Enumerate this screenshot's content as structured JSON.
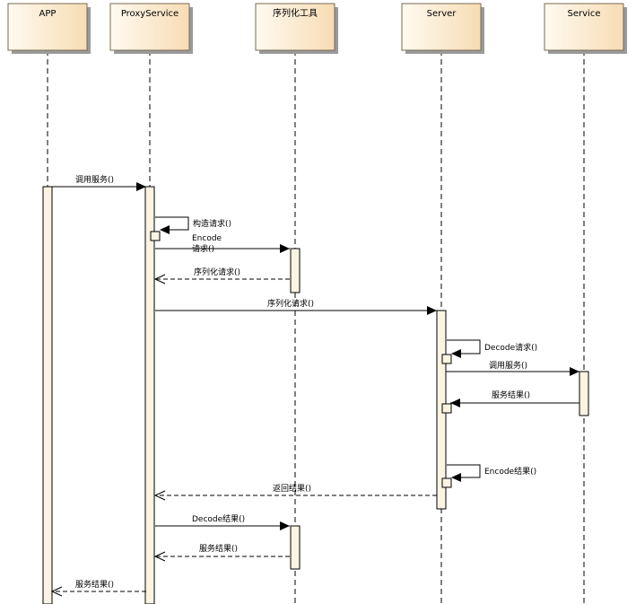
{
  "actors": [
    {
      "id": "app",
      "label": "APP"
    },
    {
      "id": "proxy",
      "label": "ProxyService"
    },
    {
      "id": "serializer",
      "label": "序列化工具"
    },
    {
      "id": "server",
      "label": "Server"
    },
    {
      "id": "service",
      "label": "Service"
    }
  ],
  "messages": [
    {
      "id": "m1",
      "from": "app",
      "to": "proxy",
      "kind": "call",
      "label": "调用服务()"
    },
    {
      "id": "m2",
      "from": "proxy",
      "to": "proxy",
      "kind": "self",
      "label": "构造请求()"
    },
    {
      "id": "m3",
      "from": "proxy",
      "to": "serializer",
      "kind": "call",
      "label_lines": [
        "Encode",
        "请求()"
      ]
    },
    {
      "id": "m4",
      "from": "serializer",
      "to": "proxy",
      "kind": "return",
      "label": "序列化请求()"
    },
    {
      "id": "m5",
      "from": "proxy",
      "to": "server",
      "kind": "call",
      "label": "序列化请求()"
    },
    {
      "id": "m6",
      "from": "server",
      "to": "server",
      "kind": "self",
      "label": "Decode请求()"
    },
    {
      "id": "m7",
      "from": "server",
      "to": "service",
      "kind": "call",
      "label": "调用服务()"
    },
    {
      "id": "m8",
      "from": "service",
      "to": "server",
      "kind": "call",
      "label": "服务结果()"
    },
    {
      "id": "m9",
      "from": "server",
      "to": "server",
      "kind": "self",
      "label": "Encode结果()"
    },
    {
      "id": "m10",
      "from": "server",
      "to": "proxy",
      "kind": "return",
      "label": "返回结果()"
    },
    {
      "id": "m11",
      "from": "proxy",
      "to": "serializer",
      "kind": "call",
      "label": "Decode结果()"
    },
    {
      "id": "m12",
      "from": "serializer",
      "to": "proxy",
      "kind": "return",
      "label": "服务结果()"
    },
    {
      "id": "m13",
      "from": "proxy",
      "to": "app",
      "kind": "return",
      "label": "服务结果()"
    }
  ],
  "colors": {
    "box_fill_light": "#fffaf0",
    "box_fill_dark": "#f7dcb4",
    "box_stroke": "#7a6a50",
    "activation_fill": "#fdf3e3",
    "line": "#000000"
  }
}
